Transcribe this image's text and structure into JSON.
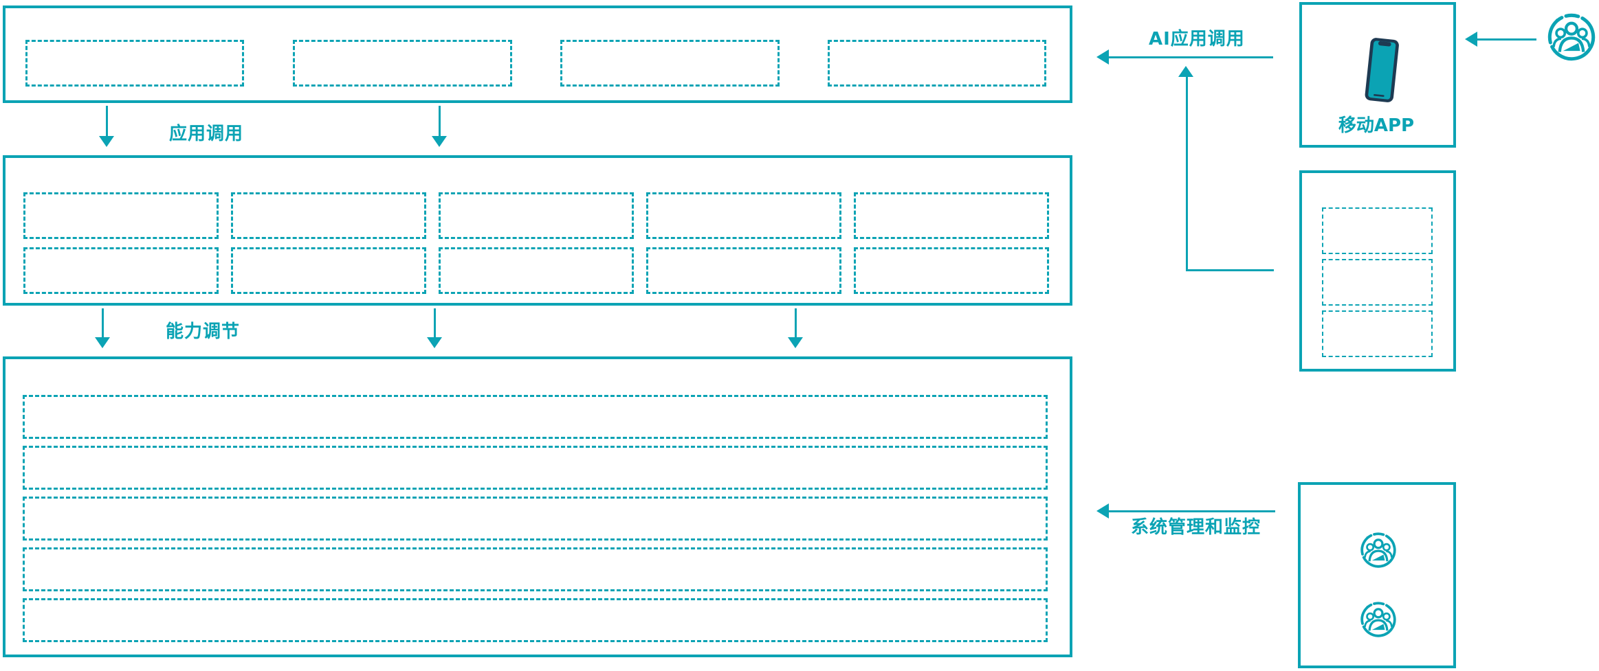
{
  "diagram": {
    "labels": {
      "app_call": "应用调用",
      "ai_app_call": "AI应用调用",
      "capability_adjust": "能力调节",
      "system_management": "系统管理和监控",
      "mobile_app": "移动APP"
    },
    "colors": {
      "accent": "#0ba3b4",
      "dark": "#1e3a52",
      "background": "#ffffff"
    },
    "structure": {
      "top_layer_slots": 4,
      "middle_layer_rows": 2,
      "middle_layer_cols": 5,
      "bottom_layer_rows": 5,
      "right_panel_slots": 3,
      "user_group_icons": 3
    },
    "icons": {
      "phone": "mobile-phone-icon",
      "users": "users-group-icon"
    }
  }
}
